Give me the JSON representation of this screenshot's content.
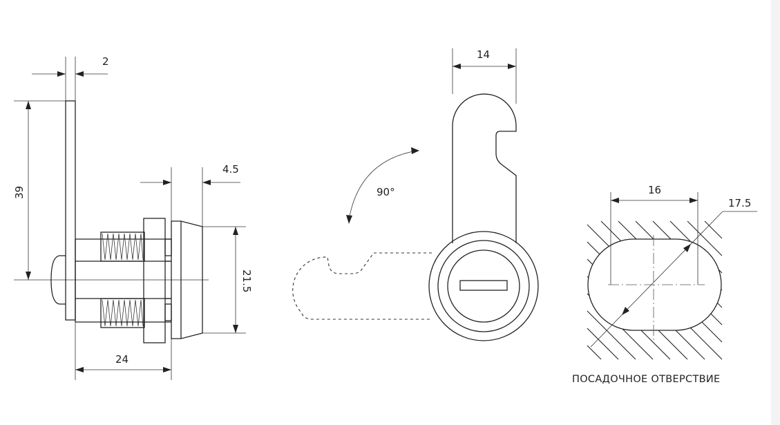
{
  "dimensions": {
    "flange_thickness": "2",
    "cam_length": "39",
    "nut_width": "4.5",
    "body_diameter": "21.5",
    "body_length": "24",
    "cam_width": "14",
    "rotation_angle": "90°",
    "hole_width": "16",
    "hole_diameter": "17.5"
  },
  "caption": "ПОСАДОЧНОЕ ОТВЕРСТВИЕ"
}
